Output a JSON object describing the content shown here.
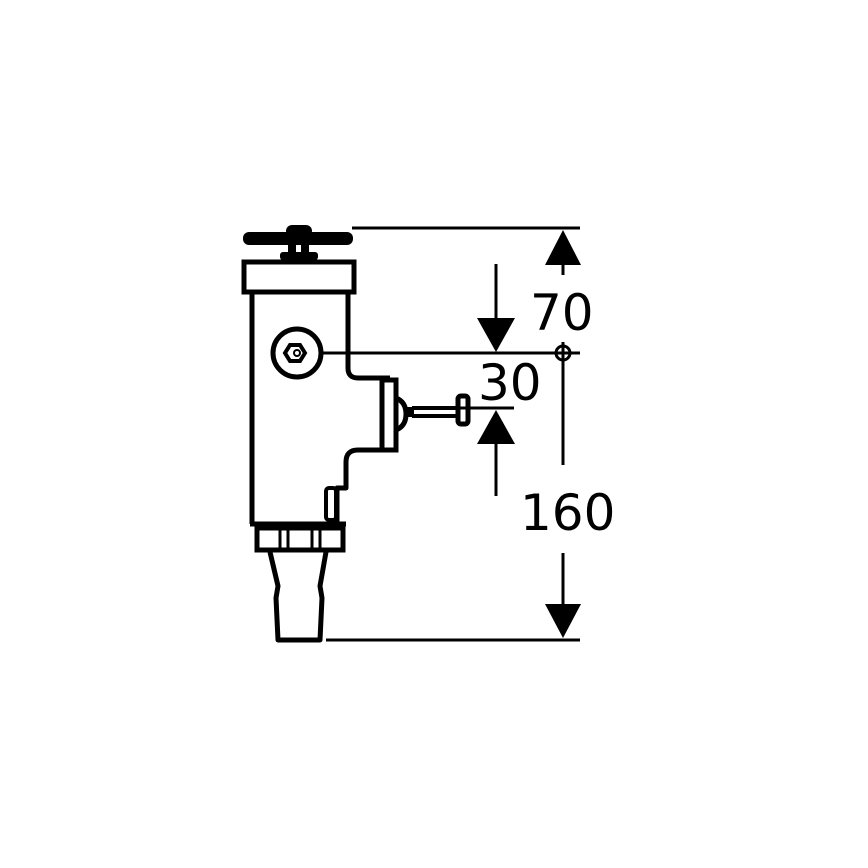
{
  "drawing": {
    "type": "technical dimension drawing",
    "subject": "flush valve side view",
    "stroke_color": "#000000",
    "background_color": "#ffffff"
  },
  "dimensions": {
    "top_to_inlet": {
      "label": "70"
    },
    "inlet_to_button": {
      "label": "30"
    },
    "inlet_to_bottom": {
      "label": "160"
    }
  },
  "markers": {
    "centerline_symbol": "crosshair-circle"
  }
}
